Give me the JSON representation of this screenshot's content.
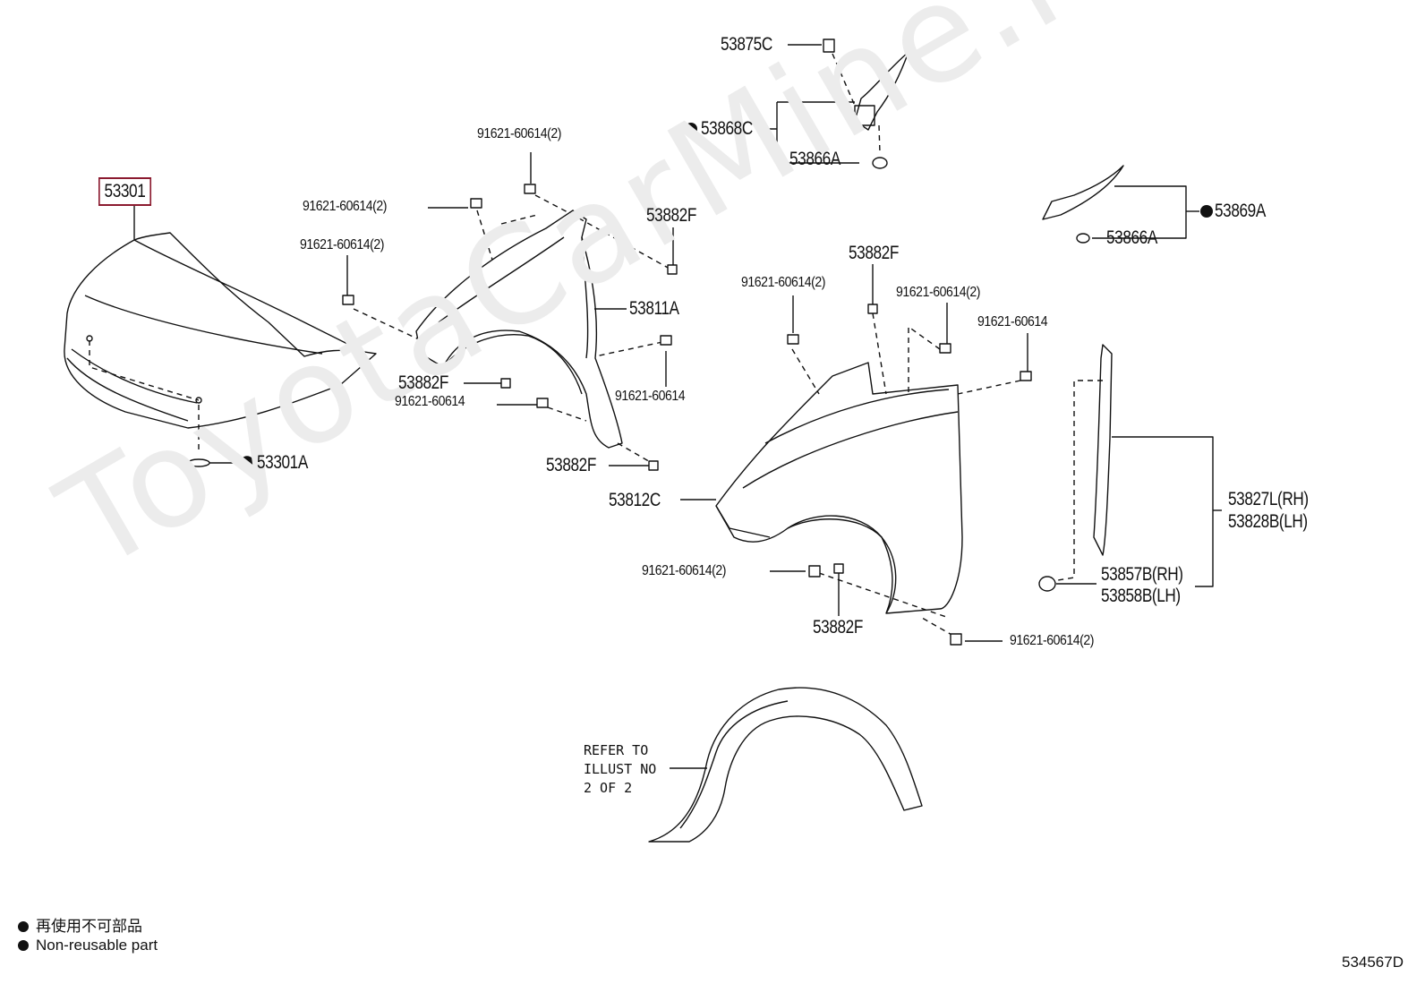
{
  "watermark": "ToyotaCarMine.ru",
  "parts": {
    "hood": "53301",
    "hood_seal": "53301A",
    "fender_lh_upper": "53811A",
    "fender_rh": "53812C",
    "retainer_top": "53875C",
    "seal_top": "53868C",
    "clip_top": "53866A",
    "seal_right": "53869A",
    "clip_right": "53866A",
    "nut_a": "53882F",
    "nut_b": "53882F",
    "nut_c": "53882F",
    "nut_d": "53882F",
    "nut_e": "53882F",
    "protector_rh": "53827L(RH)",
    "protector_lh": "53828B(LH)",
    "clip_rh": "53857B(RH)",
    "clip_lh": "53858B(LH)",
    "bolt_1": "91621-60614(2)",
    "bolt_2": "91621-60614(2)",
    "bolt_3": "91621-60614(2)",
    "bolt_4": "91621-60614",
    "bolt_5": "91621-60614",
    "bolt_6": "91621-60614(2)",
    "bolt_7": "91621-60614(2)",
    "bolt_8": "91621-60614",
    "bolt_9": "91621-60614(2)",
    "bolt_10": "91621-60614(2)"
  },
  "refer_note": "REFER TO\nILLUST NO\n2 OF 2",
  "legend": {
    "jp": "再使用不可部品",
    "en": "Non-reusable part"
  },
  "image_code": "534567D"
}
